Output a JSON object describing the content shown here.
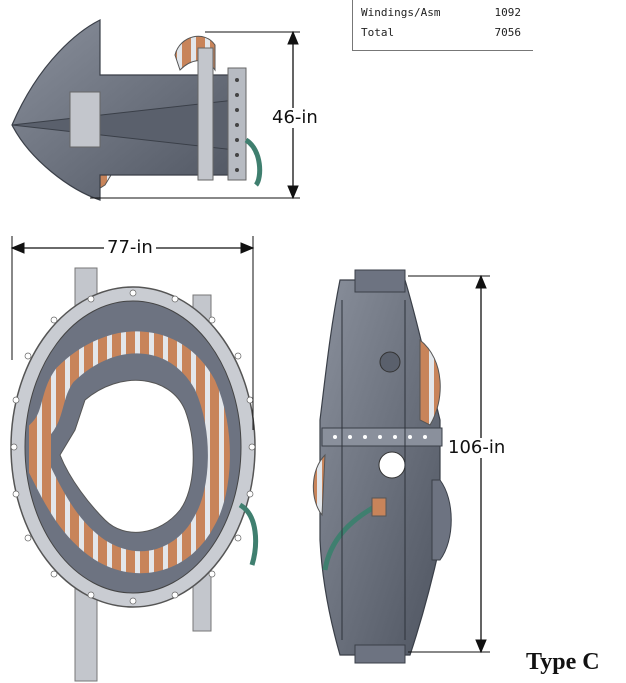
{
  "table": {
    "rows": [
      {
        "label": "Windings/Asm",
        "value": "1092"
      },
      {
        "label": "Total",
        "value": "7056"
      }
    ]
  },
  "dimensions": {
    "height_top": "46-in",
    "width_front": "77-in",
    "height_side": "106-in"
  },
  "type_label": "Type C",
  "colors": {
    "steel": "#6d7381",
    "steel_dark": "#4a505c",
    "flange": "#c3c6cc",
    "copper": "#c8845a",
    "cable": "#3f7f6f"
  }
}
